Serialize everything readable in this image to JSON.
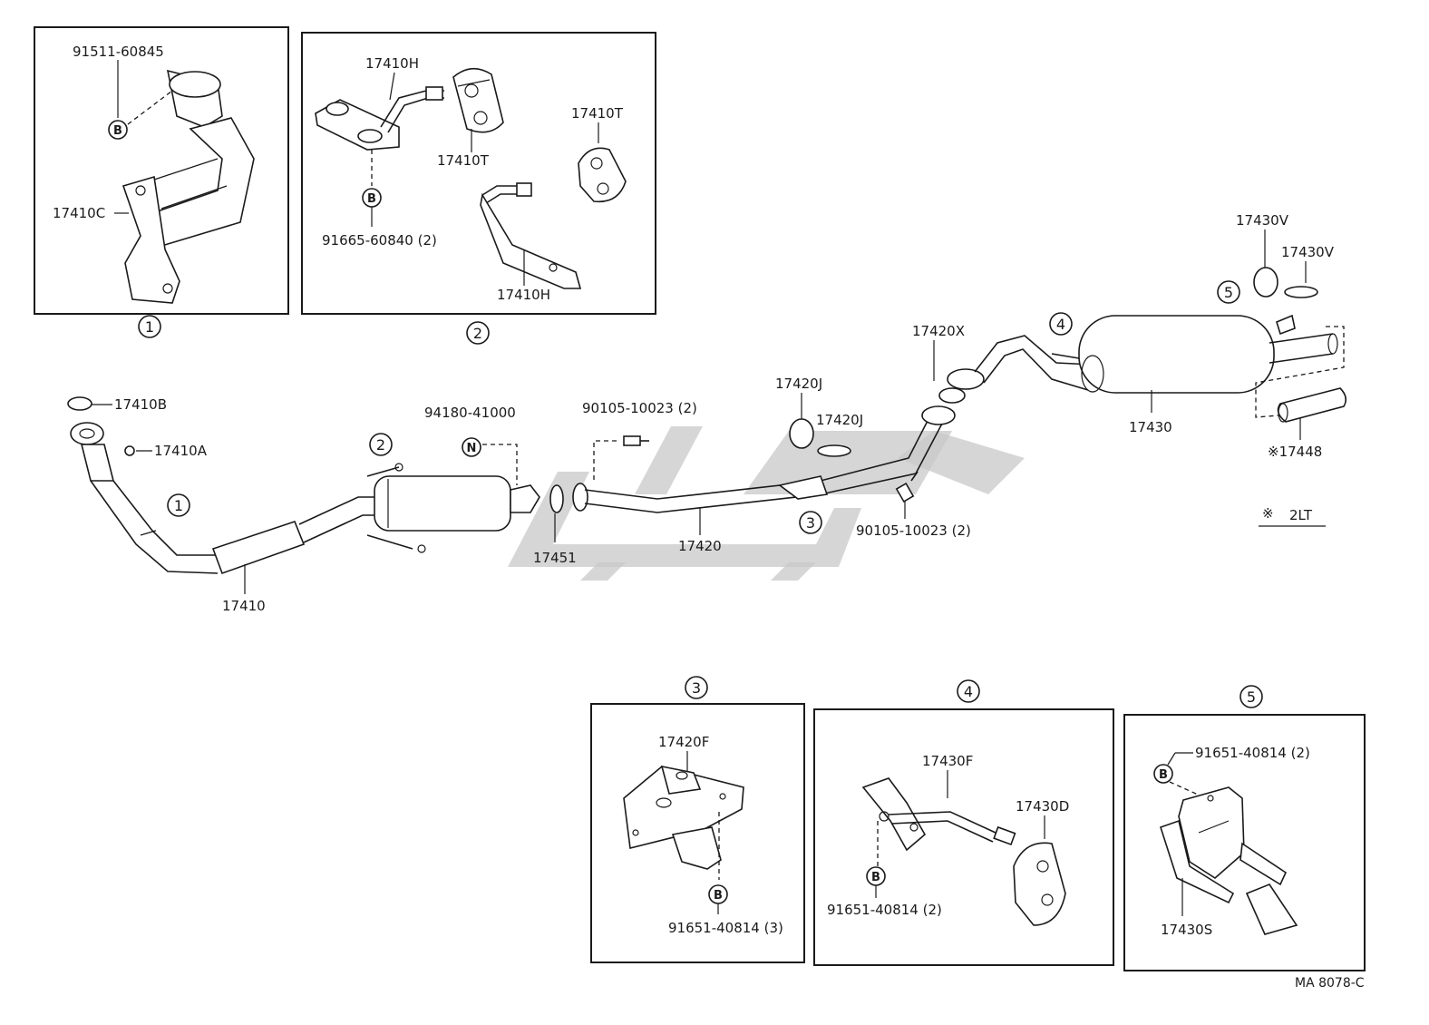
{
  "watermark": {
    "color": "#c4c4c4"
  },
  "legend": {
    "symbol": "※",
    "text": "2LT"
  },
  "drawing_code": "MA  8078-C",
  "labels": {
    "p91511_60845": "91511-60845",
    "p17410C": "17410C",
    "p17410H_a": "17410H",
    "p17410T_a": "17410T",
    "p17410T_b": "17410T",
    "p17410H_b": "17410H",
    "p91665_60840": "91665-60840 (2)",
    "p17410B": "17410B",
    "p17410A": "17410A",
    "p17410": "17410",
    "p94180_41000": "94180-41000",
    "p90105_10023_a": "90105-10023 (2)",
    "p17451": "17451",
    "p17420": "17420",
    "p17420J_a": "17420J",
    "p17420J_b": "17420J",
    "p17420X": "17420X",
    "p90105_10023_b": "90105-10023 (2)",
    "p17430V_a": "17430V",
    "p17430V_b": "17430V",
    "p17430": "17430",
    "p17448": "※17448",
    "p17420F": "17420F",
    "p91651_40814_a": "91651-40814 (3)",
    "p17430F": "17430F",
    "p17430D": "17430D",
    "p91651_40814_b": "91651-40814 (2)",
    "p91651_40814_c": "91651-40814 (2)",
    "p17430S": "17430S"
  },
  "circle_labels": {
    "c1": "1",
    "c2": "2",
    "c3": "3",
    "c4": "4",
    "c5": "5"
  },
  "badges": {
    "b": "B",
    "n": "N"
  }
}
